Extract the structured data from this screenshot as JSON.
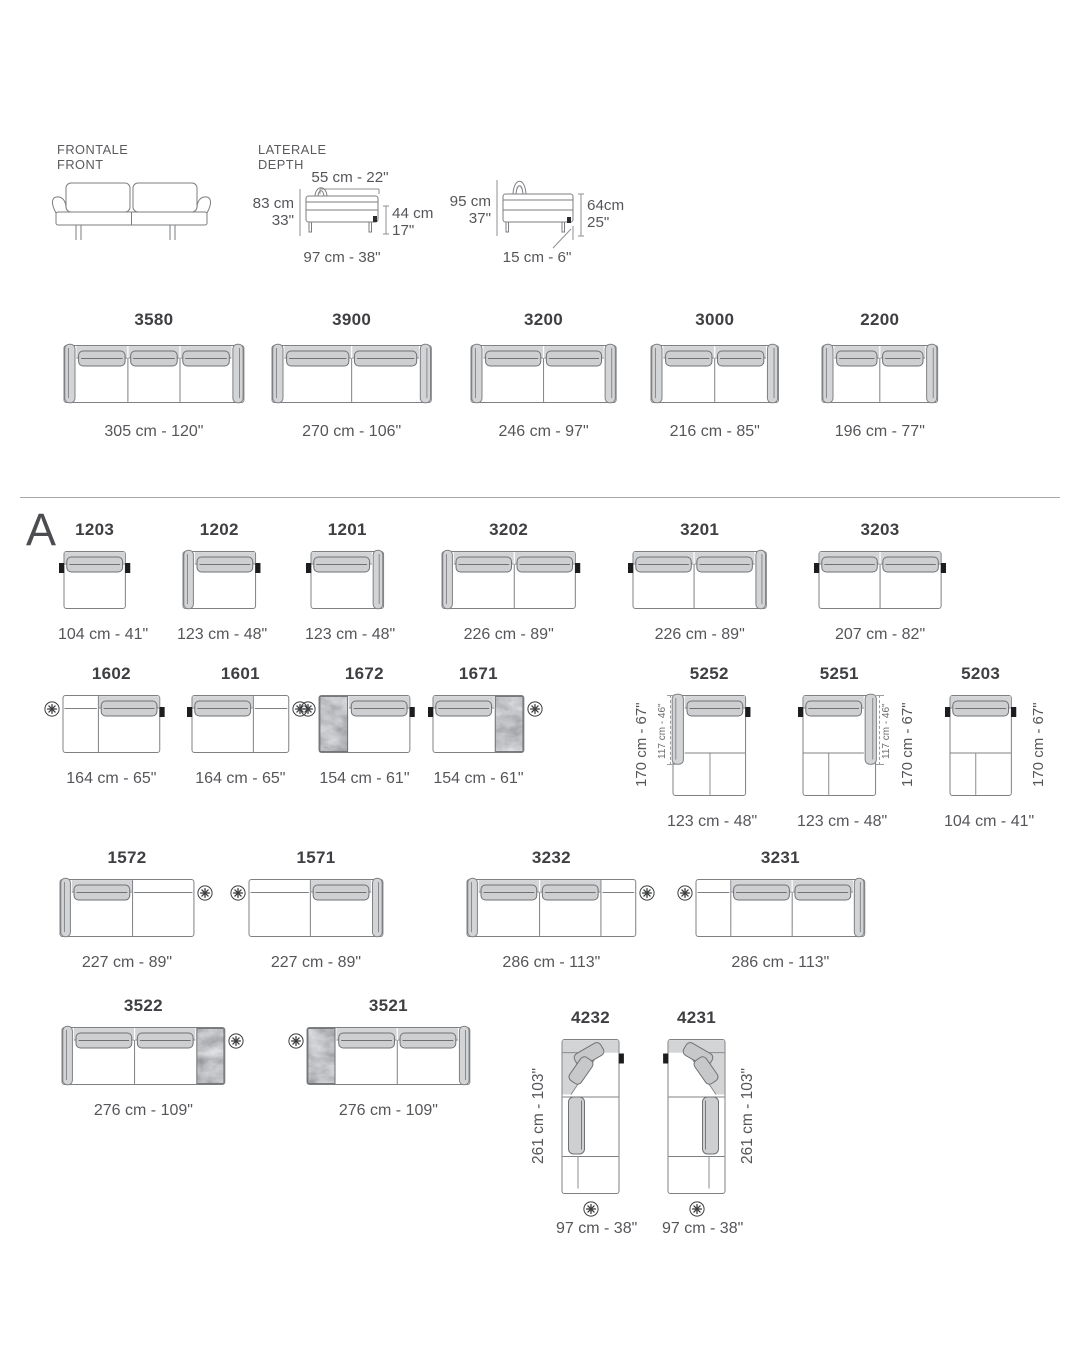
{
  "front_view": {
    "title1": "FRONTALE",
    "title2": "FRONT"
  },
  "side_view": {
    "title1": "LATERALE",
    "title2": "DEPTH",
    "d1_top": "55 cm - 22\"",
    "d1_left_cm": "83 cm",
    "d1_left_in": "33\"",
    "d1_right_cm": "44 cm",
    "d1_right_in": "17\"",
    "d1_bottom": "97 cm - 38\"",
    "d2_left_cm": "95 cm",
    "d2_left_in": "37\"",
    "d2_right_cm": "64cm",
    "d2_right_in": "25\"",
    "d2_bottom": "15 cm - 6\""
  },
  "section": {
    "letter": "A"
  },
  "colors": {
    "line": "#7e8083",
    "fill": "#d3d4d6",
    "cushion": "#cdcfd1",
    "cushion_line": "#6f7174",
    "black": "#1d1d1f",
    "text": "#55565a",
    "code_text": "#3e3f42",
    "marble_stroke": "#6f7073",
    "star": "#3c3d3f"
  },
  "modules": [
    {
      "code": "3580",
      "caption": "305 cm - 120\"",
      "type": "row",
      "parts": [
        [
          "arm",
          20
        ],
        [
          "seat",
          88.3
        ],
        [
          "seat",
          88.3
        ],
        [
          "seat",
          88.3
        ],
        [
          "arm",
          20
        ]
      ],
      "tabs": [],
      "star": null
    },
    {
      "code": "3900",
      "caption": "270 cm - 106\"",
      "type": "row",
      "parts": [
        [
          "arm",
          20
        ],
        [
          "seat",
          115
        ],
        [
          "seat",
          115
        ],
        [
          "arm",
          20
        ]
      ],
      "tabs": [],
      "star": null
    },
    {
      "code": "3200",
      "caption": "246 cm - 97\"",
      "type": "row",
      "parts": [
        [
          "arm",
          20
        ],
        [
          "seat",
          103
        ],
        [
          "seat",
          103
        ],
        [
          "arm",
          20
        ]
      ],
      "tabs": [],
      "star": null
    },
    {
      "code": "3000",
      "caption": "216 cm - 85\"",
      "type": "row",
      "parts": [
        [
          "arm",
          20
        ],
        [
          "seat",
          88
        ],
        [
          "seat",
          88
        ],
        [
          "arm",
          20
        ]
      ],
      "tabs": [],
      "star": null
    },
    {
      "code": "2200",
      "caption": "196 cm - 77\"",
      "type": "row",
      "parts": [
        [
          "arm",
          20
        ],
        [
          "seat",
          78
        ],
        [
          "seat",
          78
        ],
        [
          "arm",
          20
        ]
      ],
      "tabs": [],
      "star": null
    },
    {
      "code": "1203",
      "caption": "104 cm - 41\"",
      "type": "row",
      "parts": [
        [
          "seat",
          104
        ]
      ],
      "tabs": [
        "left",
        "right"
      ],
      "star": null
    },
    {
      "code": "1202",
      "caption": "123 cm - 48\"",
      "type": "row",
      "parts": [
        [
          "arm",
          19
        ],
        [
          "seat",
          104
        ]
      ],
      "tabs": [
        "right"
      ],
      "star": null
    },
    {
      "code": "1201",
      "caption": "123 cm - 48\"",
      "type": "row",
      "parts": [
        [
          "seat",
          104
        ],
        [
          "arm",
          19
        ]
      ],
      "tabs": [
        "left"
      ],
      "star": null
    },
    {
      "code": "3202",
      "caption": "226 cm - 89\"",
      "type": "row",
      "parts": [
        [
          "arm",
          19
        ],
        [
          "seat",
          103.5
        ],
        [
          "seat",
          103.5
        ]
      ],
      "tabs": [
        "right"
      ],
      "star": null
    },
    {
      "code": "3201",
      "caption": "226 cm - 89\"",
      "type": "row",
      "parts": [
        [
          "seat",
          103.5
        ],
        [
          "seat",
          103.5
        ],
        [
          "arm",
          19
        ]
      ],
      "tabs": [
        "left"
      ],
      "star": null
    },
    {
      "code": "3203",
      "caption": "207 cm - 82\"",
      "type": "row",
      "parts": [
        [
          "seat",
          103.5
        ],
        [
          "seat",
          103.5
        ]
      ],
      "tabs": [
        "left",
        "right"
      ],
      "star": null
    },
    {
      "code": "1602",
      "caption": "164 cm - 65\"",
      "type": "row",
      "parts": [
        [
          "open",
          60
        ],
        [
          "seat",
          104
        ]
      ],
      "tabs": [
        "right"
      ],
      "star": "left"
    },
    {
      "code": "1601",
      "caption": "164 cm - 65\"",
      "type": "row",
      "parts": [
        [
          "seat",
          104
        ],
        [
          "open",
          60
        ]
      ],
      "tabs": [
        "left"
      ],
      "star": "right"
    },
    {
      "code": "1672",
      "caption": "154 cm - 61\"",
      "type": "row",
      "parts": [
        [
          "marble",
          50
        ],
        [
          "seat",
          104
        ]
      ],
      "tabs": [
        "right"
      ],
      "star": "left"
    },
    {
      "code": "1671",
      "caption": "154 cm - 61\"",
      "type": "row",
      "parts": [
        [
          "seat",
          104
        ],
        [
          "marble",
          50
        ]
      ],
      "tabs": [
        "left"
      ],
      "star": "right"
    },
    {
      "code": "5252",
      "caption": "123 cm - 48\"",
      "type": "chaise",
      "w": 123,
      "arm": "left",
      "tabs": [
        "right"
      ],
      "star": null,
      "labels": {
        "outer": "170 cm - 67\"",
        "inner": "117 cm - 46\"",
        "side": "left"
      }
    },
    {
      "code": "5251",
      "caption": "123 cm - 48\"",
      "type": "chaise",
      "w": 123,
      "arm": "right",
      "tabs": [
        "left"
      ],
      "star": null,
      "labels": {
        "outer": "170 cm - 67\"",
        "inner": "117 cm - 46\"",
        "side": "right"
      }
    },
    {
      "code": "5203",
      "caption": "104 cm - 41\"",
      "type": "chaise",
      "w": 104,
      "arm": null,
      "tabs": [
        "left",
        "right"
      ],
      "star": null,
      "labels": {
        "outer": "170 cm - 67\"",
        "side": "right"
      }
    },
    {
      "code": "1572",
      "caption": "227 cm - 89\"",
      "type": "row",
      "parts": [
        [
          "arm",
          19
        ],
        [
          "seat",
          104
        ],
        [
          "open",
          104
        ]
      ],
      "tabs": [],
      "star": "right"
    },
    {
      "code": "1571",
      "caption": "227 cm - 89\"",
      "type": "row",
      "parts": [
        [
          "open",
          104
        ],
        [
          "seat",
          104
        ],
        [
          "arm",
          19
        ]
      ],
      "tabs": [],
      "star": "left"
    },
    {
      "code": "3232",
      "caption": "286 cm - 113\"",
      "type": "row",
      "parts": [
        [
          "arm",
          19
        ],
        [
          "seat",
          104
        ],
        [
          "seat",
          104
        ],
        [
          "open",
          59
        ]
      ],
      "tabs": [],
      "star": "right"
    },
    {
      "code": "3231",
      "caption": "286 cm - 113\"",
      "type": "row",
      "parts": [
        [
          "open",
          59
        ],
        [
          "seat",
          104
        ],
        [
          "seat",
          104
        ],
        [
          "arm",
          19
        ]
      ],
      "tabs": [],
      "star": "left"
    },
    {
      "code": "3522",
      "caption": "276 cm - 109\"",
      "type": "row",
      "parts": [
        [
          "arm",
          19
        ],
        [
          "seat",
          104
        ],
        [
          "seat",
          104
        ],
        [
          "marble",
          49
        ]
      ],
      "tabs": [],
      "star": "right"
    },
    {
      "code": "3521",
      "caption": "276 cm - 109\"",
      "type": "row",
      "parts": [
        [
          "marble",
          49
        ],
        [
          "seat",
          104
        ],
        [
          "seat",
          104
        ],
        [
          "arm",
          19
        ]
      ],
      "tabs": [],
      "star": "left"
    },
    {
      "code": "4232",
      "caption": "97 cm - 38\"",
      "type": "corner",
      "corner": "left",
      "tabs": [
        "right-top"
      ],
      "star": "bottom",
      "label": "261 cm - 103\"",
      "label_side": "left"
    },
    {
      "code": "4231",
      "caption": "97 cm - 38\"",
      "type": "corner",
      "corner": "right",
      "tabs": [
        "left-top"
      ],
      "star": "bottom",
      "label": "261 cm - 103\"",
      "label_side": "right"
    }
  ]
}
